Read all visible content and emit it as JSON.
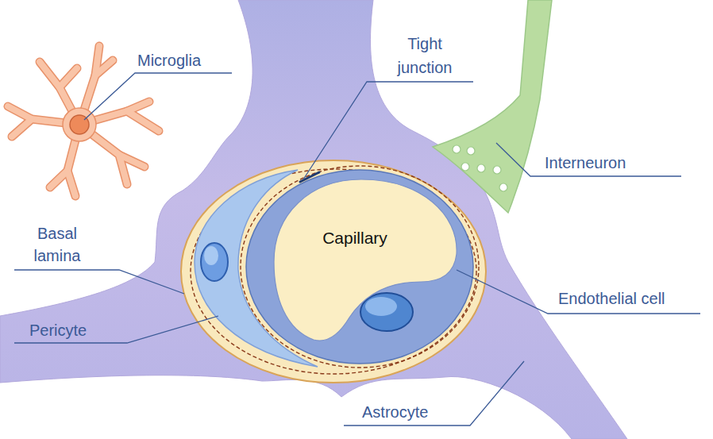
{
  "diagram": {
    "nodes": [
      {
        "text": [
          "Capillary"
        ]
      }
    ],
    "labels": [
      "Microglia",
      "Tight junction",
      "Interneuron",
      "Basal lamina",
      "Endothelial cell",
      "Pericyte",
      "Astrocyte"
    ]
  }
}
